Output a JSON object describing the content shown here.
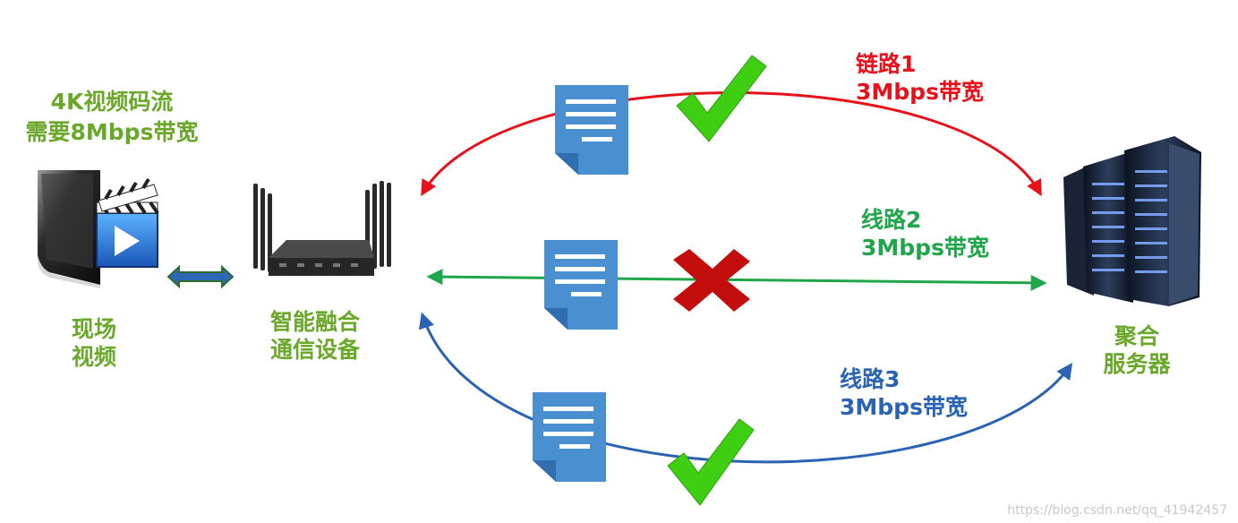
{
  "source": {
    "caption": "4K视频码流",
    "requirement": "需要8Mbps带宽",
    "name_line1": "现场",
    "name_line2": "视频"
  },
  "device": {
    "name_line1": "智能融合",
    "name_line2": "通信设备"
  },
  "server": {
    "name_line1": "聚合",
    "name_line2": "服务器"
  },
  "links": [
    {
      "name": "链路1",
      "bandwidth": "3Mbps带宽",
      "status": "ok",
      "color": "#e8101a"
    },
    {
      "name": "线路2",
      "bandwidth": "3Mbps带宽",
      "status": "failed",
      "color": "#1fa64a"
    },
    {
      "name": "线路3",
      "bandwidth": "3Mbps带宽",
      "status": "ok",
      "color": "#2a63b4"
    }
  ],
  "colors": {
    "label_green": "#6aa82a",
    "doc_blue": "#4a90d0",
    "check_green": "#3fcf12",
    "cross_red": "#c40d0d"
  },
  "watermark": "https://blog.csdn.net/qq_41942457"
}
